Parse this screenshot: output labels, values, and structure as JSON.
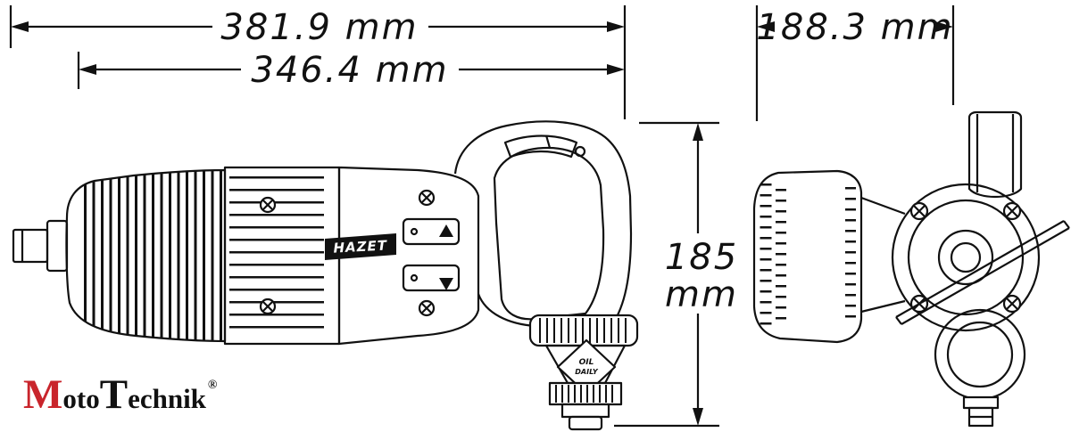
{
  "dimensions": {
    "total_length": "381.9 mm",
    "housing_length": "346.4 mm",
    "depth": "188.3 mm",
    "height_value": "185",
    "height_unit": "mm"
  },
  "tool": {
    "brand_plate": "HAZET",
    "oil_label_line1": "OIL",
    "oil_label_line2": "DAILY"
  },
  "logo": {
    "part1": "M",
    "part2": "oto",
    "part3": "T",
    "part4": "echnik",
    "registered": "®"
  },
  "colors": {
    "line": "#111111",
    "logo_accent": "#c9252c",
    "logo_text": "#111111",
    "background": "#ffffff"
  }
}
